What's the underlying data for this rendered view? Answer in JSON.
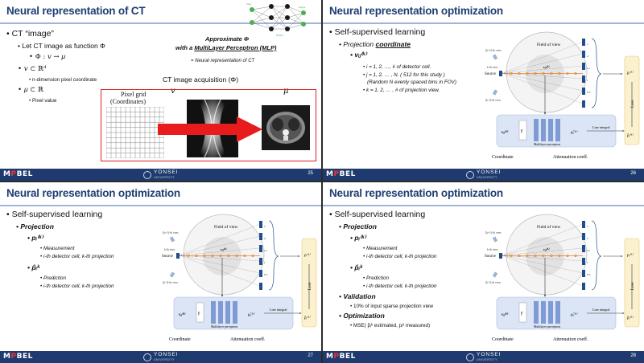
{
  "footer": {
    "lab_logo_prefix": "M",
    "lab_logo_accent": "P",
    "lab_logo_suffix": "BEL",
    "university": "YONSEI",
    "university_sub": "UNIVERSITY"
  },
  "slide1": {
    "title": "Neural representation of CT",
    "page": "25",
    "bullet_main": "CT “image”",
    "let": "Let CT image as function Φ",
    "phi_map": "Φ : 𝑣 → 𝜇",
    "v_def": "𝑣 ⊂ ℝᵈ",
    "v_desc": "n-dimension pixel coordinate",
    "mu_def": "𝜇 ⊂ ℝ",
    "mu_desc": "Pixel value",
    "approx_line1": "Approximate Φ",
    "approx_line2_pre": "with a ",
    "approx_line2_u": "MultiLayer Perceptron (MLP)",
    "neural_rep": "= Neural representation of CT",
    "acq_title": "CT image acquisition (Φ)",
    "pixel_grid": "Pixel grid",
    "coordinates": "(Coordinates)",
    "v_sym": "𝑣",
    "mu_sym": "𝜇",
    "mlp_labels": [
      "Input",
      "Hidden",
      "Output"
    ]
  },
  "slide2": {
    "title": "Neural representation optimization",
    "page": "26",
    "bullet_main": "Self-supervised learning",
    "projection_pre": "Projection ",
    "projection_u": "coordinate",
    "v_sym": "vᵢⱼ⁽ᵏ⁾",
    "items": [
      "i = 1, 2, …, # of detector cell.",
      "j = 1, 2, … , N. ( 512 for this study )",
      "(Random N evenly spaced bins in FOV)",
      "k = 1, 2, … , # of projection view."
    ]
  },
  "slide3": {
    "title": "Neural representation optimization",
    "page": "27",
    "bullet_main": "Self-supervised learning",
    "projection": "Projection",
    "p_meas": "pᵢ⁽ᵏ⁾",
    "measurement": "Measurement",
    "meas_desc": "i-th detector cell, k-th projection",
    "p_pred": "p̂ᵢᵏ",
    "prediction": "Prediction",
    "pred_desc": "i-th detector cell, k-th projection"
  },
  "slide4": {
    "title": "Neural representation optimization",
    "page": "28",
    "bullet_main": "Self-supervised learning",
    "projection": "Projection",
    "p_meas": "pᵢ⁽ᵏ⁾",
    "measurement": "Measurement",
    "meas_desc": "i-th detector cell, k-th projection",
    "p_pred": "p̂ᵢᵏ",
    "prediction": "Prediction",
    "pred_desc": "i-th detector cell, k-th projection",
    "validation": "Validation",
    "val_desc": "10% of input sparse projection view",
    "optimization": "Optimization",
    "opt_desc": "MSE( p̂ᵢᵏ estimated, pᵢᵏ measured)"
  },
  "diagram": {
    "field_of_view": "Field of view",
    "view_k1": "(k+1)-th view",
    "view_k": "k-th view",
    "view_km1": "(k-1)-th view",
    "source": "Source",
    "detector_array": "Detector array",
    "loss": "Loss",
    "line_integral": "Line integral",
    "mlp": "Multilayer perceptron",
    "gamma": "γ",
    "v_in": "vᵢⱼ⁽ᵏ⁾",
    "mu_out": "μ̂ᵢⱼ⁽ᵏ⁾",
    "p_top": "pᵢ⁽ᵏ⁾",
    "p_bottom": "p̂ᵢ⁽ᵏ⁾",
    "coordinate": "Coordinate",
    "attenuation": "Attenuation coeff.",
    "cell_labels": [
      "1",
      "2",
      "i-1",
      "i",
      "i+1"
    ],
    "v_label": "vᵢⱼ⁽ᵏ⁾"
  },
  "colors": {
    "title": "#1f3e73",
    "footer": "#1e3a6e",
    "red": "#e02020",
    "mlp_bg": "#dbe5f5",
    "loss_bg": "#fbf1cf",
    "detector": "#1f4e8c",
    "sample": "#f2a516"
  }
}
